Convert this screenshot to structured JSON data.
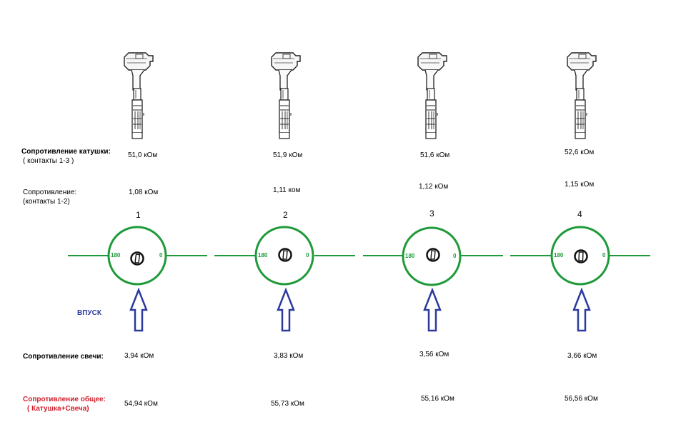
{
  "labels": {
    "coil_resistance": "Сопротивление катушки:",
    "coil_contacts": "( контакты 1-3 )",
    "resistance": "Сопротивление:",
    "resistance_contacts": "(контакты 1-2)",
    "intake": "ВПУСК",
    "plug_resistance": "Сопротивление свечи:",
    "total_resistance": "Сопротивление общее:",
    "total_note": "( Катушка+Свеча)"
  },
  "cylinders": [
    {
      "number": "1",
      "coil_13": "51,0 кОм",
      "coil_12": "1,08 кОм",
      "plug": "3,94 кОм",
      "total": "54,94 кОм",
      "mark_180": "180",
      "mark_0": "0"
    },
    {
      "number": "2",
      "coil_13": "51,9 кОм",
      "coil_12": "1,11 ком",
      "plug": "3,83 кОм",
      "total": "55,73 кОм",
      "mark_180": "180",
      "mark_0": "0"
    },
    {
      "number": "3",
      "coil_13": "51,6 кОм",
      "coil_12": "1,12 кОм",
      "plug": "3,56 кОм",
      "total": "55,16 кОм",
      "mark_180": "180",
      "mark_0": "0"
    },
    {
      "number": "4",
      "coil_13": "52,6 кОм",
      "coil_12": "1,15 кОм",
      "plug": "3,66 кОм",
      "total": "56,56 кОм",
      "mark_180": "180",
      "mark_0": "0"
    }
  ],
  "colors": {
    "green": "#1f9a3a",
    "blue_arrow": "#2b3a9c",
    "red_text": "#d21e2b"
  }
}
